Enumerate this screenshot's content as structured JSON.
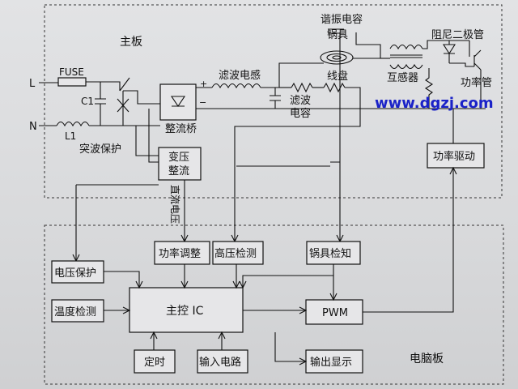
{
  "boards": {
    "main": "主板",
    "computer": "电脑板"
  },
  "labels": {
    "L": "L",
    "N": "N",
    "fuse": "FUSE",
    "c1": "C1",
    "l1": "L1",
    "surge": "突波保护",
    "rectifier": "整流桥",
    "plus": "+",
    "minus": "−",
    "filter_inductor": "滤波电感",
    "filter_cap_1": "滤波",
    "filter_cap_2": "电容",
    "resonant_cap": "谐振电容",
    "pot": "锅具",
    "coil": "线盘",
    "transformer": "互感器",
    "damper_diode": "阻尼二极管",
    "power_tube": "功率管",
    "dc_voltage": "直流电压",
    "watermark": "www.dgzj.com"
  },
  "blocks": {
    "transformer_rect_1": "变压",
    "transformer_rect_2": "整流",
    "power_drive": "功率驱动",
    "power_adjust": "功率调整",
    "hv_detect": "高压检测",
    "pot_detect": "锅具检知",
    "voltage_protect": "电压保护",
    "temp_detect": "温度检测",
    "main_ic": "主控 IC",
    "pwm": "PWM",
    "timer": "定时",
    "input_circuit": "输入电路",
    "output_display": "输出显示"
  },
  "colors": {
    "watermark": "#1a22c8",
    "line": "#111111"
  }
}
